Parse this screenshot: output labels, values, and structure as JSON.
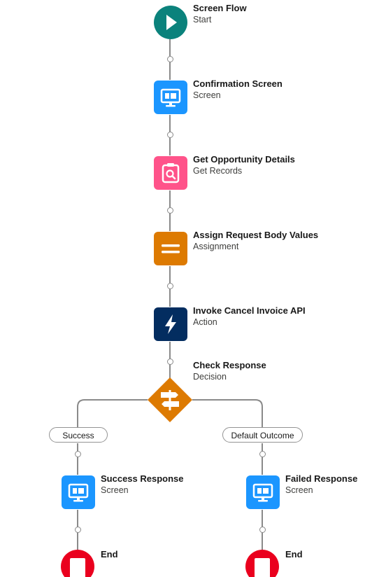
{
  "flow": {
    "start": {
      "title": "Screen Flow",
      "subtitle": "Start",
      "color": "#0b827c"
    },
    "nodes": [
      {
        "title": "Confirmation Screen",
        "subtitle": "Screen",
        "icon": "screen-icon",
        "color": "#1b96ff"
      },
      {
        "title": "Get Opportunity Details",
        "subtitle": "Get Records",
        "icon": "record-lookup-icon",
        "color": "#ff538a"
      },
      {
        "title": "Assign Request Body Values",
        "subtitle": "Assignment",
        "icon": "assignment-icon",
        "color": "#dd7a01"
      },
      {
        "title": "Invoke Cancel Invoice API",
        "subtitle": "Action",
        "icon": "action-lightning-icon",
        "color": "#032d60"
      }
    ],
    "decision": {
      "title": "Check Response",
      "subtitle": "Decision",
      "icon": "decision-icon",
      "color": "#dd7a01"
    },
    "branches": [
      {
        "label": "Success",
        "node": {
          "title": "Success Response",
          "subtitle": "Screen",
          "icon": "screen-icon",
          "color": "#1b96ff"
        },
        "end": {
          "title": "End"
        }
      },
      {
        "label": "Default Outcome",
        "node": {
          "title": "Failed Response",
          "subtitle": "Screen",
          "icon": "screen-icon",
          "color": "#1b96ff"
        },
        "end": {
          "title": "End"
        }
      }
    ],
    "end_color": "#ea001e",
    "connector_color": "#8a8a8a"
  }
}
